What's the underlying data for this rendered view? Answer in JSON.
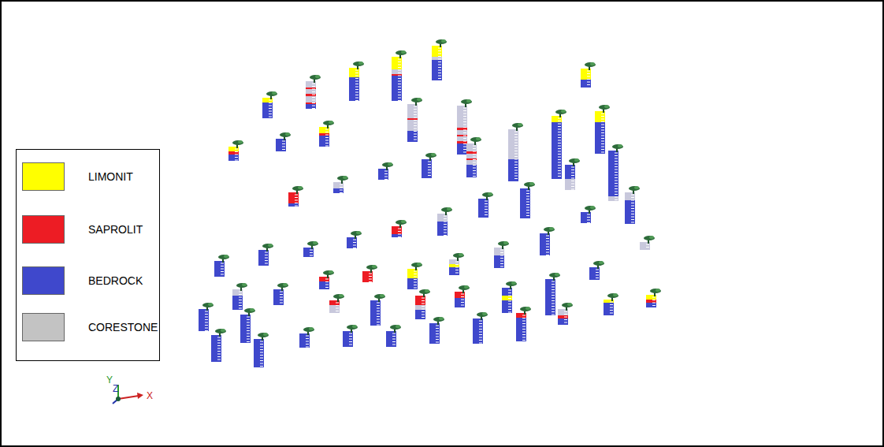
{
  "diagram": {
    "labels": [
      "Y",
      "Z",
      "X"
    ],
    "legend": [
      {
        "text": "LIMONIT",
        "color": "#ffff00"
      },
      {
        "text": "SAPROLIT",
        "color": "#ed1c24"
      },
      {
        "text": "BEDROCK",
        "color": "#3f48cc"
      },
      {
        "text": "CORESTONE",
        "color": "#c3c3c3"
      }
    ]
  }
}
